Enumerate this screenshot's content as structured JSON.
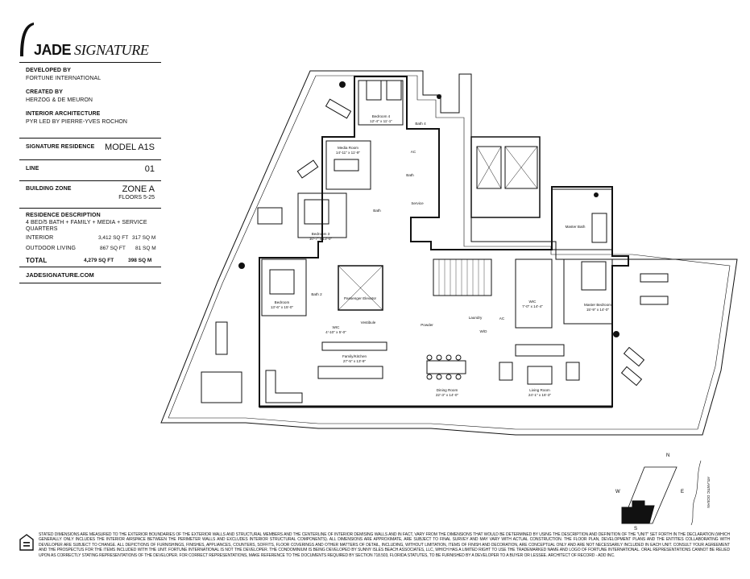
{
  "brand": {
    "name_bold": "JADE",
    "name_italic": "SIGNATURE"
  },
  "credits": [
    {
      "label": "DEVELOPED BY",
      "value": "FORTUNE INTERNATIONAL"
    },
    {
      "label": "CREATED BY",
      "value": "HERZOG & DE MEURON"
    },
    {
      "label": "INTERIOR ARCHITECTURE",
      "value": "PYR LED BY PIERRE-YVES ROCHON"
    }
  ],
  "residence": {
    "signature_label": "SIGNATURE RESIDENCE",
    "model": "MODEL A1S",
    "line_label": "LINE",
    "line": "01",
    "zone_label": "BUILDING ZONE",
    "zone": "ZONE A",
    "floors": "FLOORS 5-25"
  },
  "description": {
    "heading": "RESIDENCE DESCRIPTION",
    "text": "4 BED/5 BATH + FAMILY + MEDIA + SERVICE QUARTERS",
    "rows": [
      {
        "label": "INTERIOR",
        "sqft": "3,412 SQ FT",
        "sqm": "317 SQ M"
      },
      {
        "label": "OUTDOOR LIVING",
        "sqft": "867 SQ FT",
        "sqm": "81 SQ M"
      }
    ],
    "total": {
      "label": "TOTAL",
      "sqft": "4,279 SQ FT",
      "sqm": "398 SQ M"
    }
  },
  "website": "JADESIGNATURE.COM",
  "rooms": [
    {
      "name": "Bedroom 4",
      "dims": "12'-4\" x 11'-1\""
    },
    {
      "name": "Bath 4",
      "dims": ""
    },
    {
      "name": "Media Room",
      "dims": "14'-11\" x 11'-9\""
    },
    {
      "name": "AC",
      "dims": ""
    },
    {
      "name": "Bath",
      "dims": ""
    },
    {
      "name": "Service",
      "dims": ""
    },
    {
      "name": "Bedroom 3",
      "dims": "10'-7\" x 13'-0\""
    },
    {
      "name": "Bath",
      "dims": ""
    },
    {
      "name": "Master Bath",
      "dims": ""
    },
    {
      "name": "Bedroom",
      "dims": "13'-6\" x 15'-0\""
    },
    {
      "name": "Bath 2",
      "dims": ""
    },
    {
      "name": "Passenger Elevator",
      "dims": ""
    },
    {
      "name": "WIC",
      "dims": "4'-10\" x 5'-0\""
    },
    {
      "name": "Vestibule",
      "dims": ""
    },
    {
      "name": "Family/Kitchen",
      "dims": "27'-5\" x 13'-9\""
    },
    {
      "name": "Powder",
      "dims": ""
    },
    {
      "name": "Laundry",
      "dims": ""
    },
    {
      "name": "W/D",
      "dims": ""
    },
    {
      "name": "AC",
      "dims": ""
    },
    {
      "name": "WIC",
      "dims": "7'-0\" x 14'-4\""
    },
    {
      "name": "Master Bedroom",
      "dims": "15'-9\" x 14'-0\""
    },
    {
      "name": "Dining Room",
      "dims": "22'-3\" x 14'-0\""
    },
    {
      "name": "Living Room",
      "dims": "24'-1\" x 16'-3\""
    }
  ],
  "compass": {
    "n": "N",
    "e": "E",
    "s": "S",
    "w": "W",
    "ocean": "ATLANTIC OCEAN"
  },
  "disclaimer": "STATED DIMENSIONS ARE MEASURED TO THE EXTERIOR BOUNDARIES OF THE EXTERIOR WALLS AND STRUCTURAL MEMBERS AND THE CENTERLINE OF INTERIOR DEMISING WALLS AND IN FACT, VARY FROM THE DIMENSIONS THAT WOULD BE DETERMINED BY USING THE DESCRIPTION AND DEFINITION OF THE \"UNIT\" SET FORTH IN THE DECLARATION (WHICH GENERALLY ONLY INCLUDES THE INTERIOR AIRSPACE BETWEEN THE PERIMETER WALLS AND EXCLUDES INTERIOR STRUCTURAL COMPONENTS). ALL DIMENSIONS ARE APPROXIMATE, ARE SUBJECT TO FINAL SURVEY AND MAY VARY WITH ACTUAL CONSTRUCTION. THE FLOOR PLAN, DEVELOPMENT PLANS AND THE ENTITIES COLLABORATING WITH DEVELOPER ARE SUBJECT TO CHANGE. ALL DEPICTIONS OF FURNISHINGS, FINISHES, APPLIANCES, COUNTERS, SOFFITS, FLOOR COVERINGS AND OTHER MATTERS OF DETAIL, INCLUDING, WITHOUT LIMITATION, ITEMS OF FINISH AND DECORATION, ARE CONCEPTUAL ONLY AND ARE NOT NECESSARILY INCLUDED IN EACH UNIT. CONSULT YOUR AGREEMENT AND THE PROSPECTUS FOR THE ITEMS INCLUDED WITH THE UNIT. FORTUNE INTERNATIONAL IS NOT THE DEVELOPER. THE CONDOMINIUM IS BEING DEVELOPED BY SUNNY ISLES BEACH ASSOCIATES, LLC, WHICH HAS A LIMITED RIGHT TO USE THE TRADEMARKED NAME AND LOGO OF FORTUNE INTERNATIONAL. ORAL REPRESENTATIONS CANNOT BE RELIED UPON AS CORRECTLY STATING REPRESENTATIONS OF THE DEVELOPER. FOR CORRECT REPRESENTATIONS, MAKE REFERENCE TO THE DOCUMENTS REQUIRED BY SECTION 718.503, FLORIDA STATUTES, TO BE FURNISHED BY A DEVELOPER TO A BUYER OR LESSEE. ARCHITECT OF RECORD - ADD INC."
}
